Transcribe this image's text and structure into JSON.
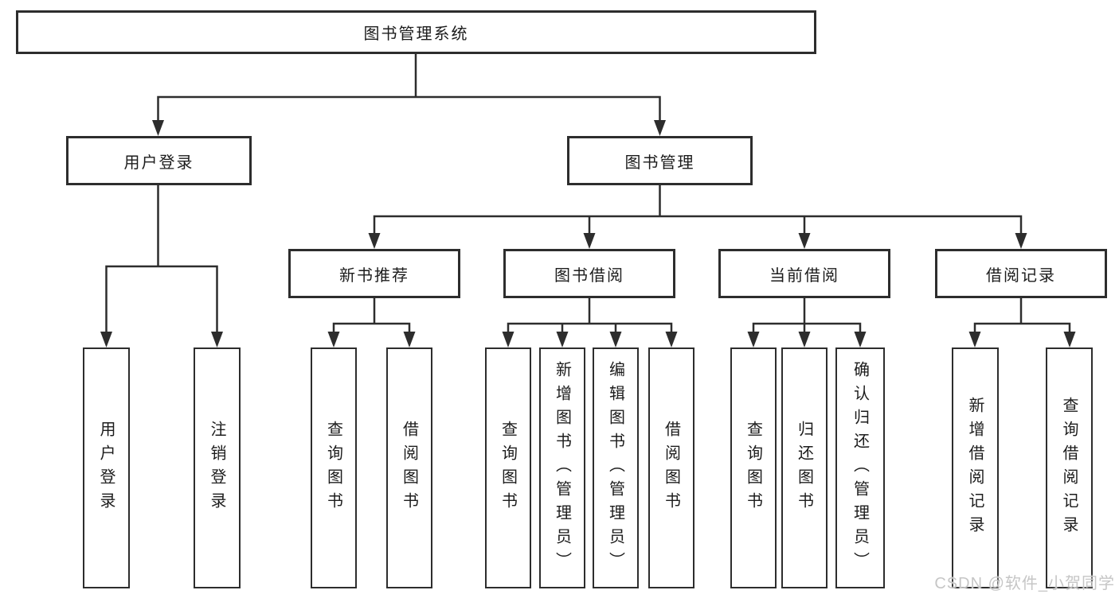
{
  "title": "图书管理系统",
  "branches": [
    {
      "label": "用户登录",
      "leaves": [
        "用户登录",
        "注销登录"
      ]
    },
    {
      "label": "图书管理",
      "children": [
        {
          "label": "新书推荐",
          "leaves": [
            "查询图书",
            "借阅图书"
          ]
        },
        {
          "label": "图书借阅",
          "leaves": [
            "查询图书",
            "新增图书（管理员）",
            "编辑图书（管理员）",
            "借阅图书"
          ]
        },
        {
          "label": "当前借阅",
          "leaves": [
            "查询图书",
            "归还图书",
            "确认归还（管理员）"
          ]
        },
        {
          "label": "借阅记录",
          "leaves": [
            "新增借阅记录",
            "查询借阅记录"
          ]
        }
      ]
    }
  ],
  "watermark": "CSDN @软件_小贺同学",
  "colors": {
    "line": "#2d2d2d",
    "box_border": "#2d2d2d",
    "box_bg": "#ffffff",
    "text": "#1c1c1c",
    "watermark": "#c6c6c6"
  }
}
